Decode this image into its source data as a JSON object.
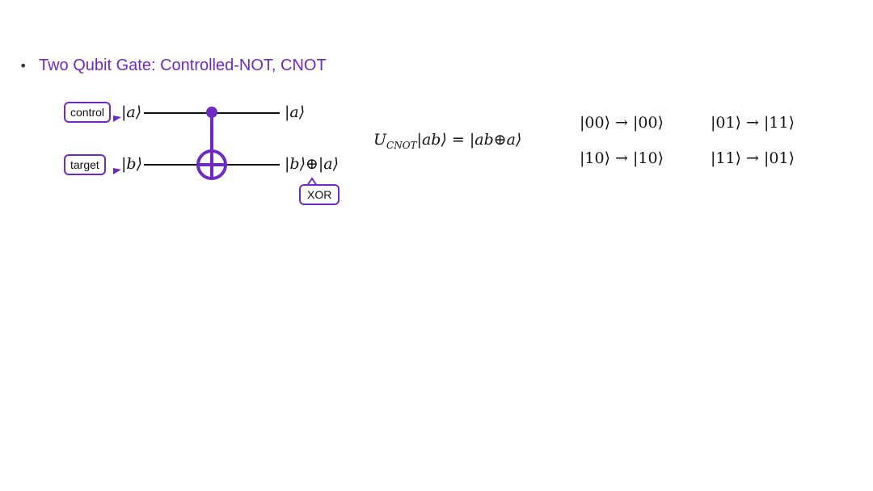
{
  "bullet": {
    "title": "Two Qubit Gate: Controlled-NOT, CNOT"
  },
  "circuit": {
    "control_label": "control",
    "target_label": "target",
    "control_in": "|a⟩",
    "target_in": "|b⟩",
    "control_out": "|a⟩",
    "target_out": "|b⟩⊕|a⟩",
    "xor_label": "XOR"
  },
  "equation": {
    "u": "U",
    "u_sub": "CNOT",
    "rest": "|ab⟩ = |ab⊕a⟩"
  },
  "truth_table": [
    "|00⟩ → |00⟩",
    "|01⟩ → |11⟩",
    "|10⟩ → |10⟩",
    "|11⟩ → |01⟩"
  ],
  "colors": {
    "accent": "#6e2bc4",
    "wire": "#111111"
  }
}
